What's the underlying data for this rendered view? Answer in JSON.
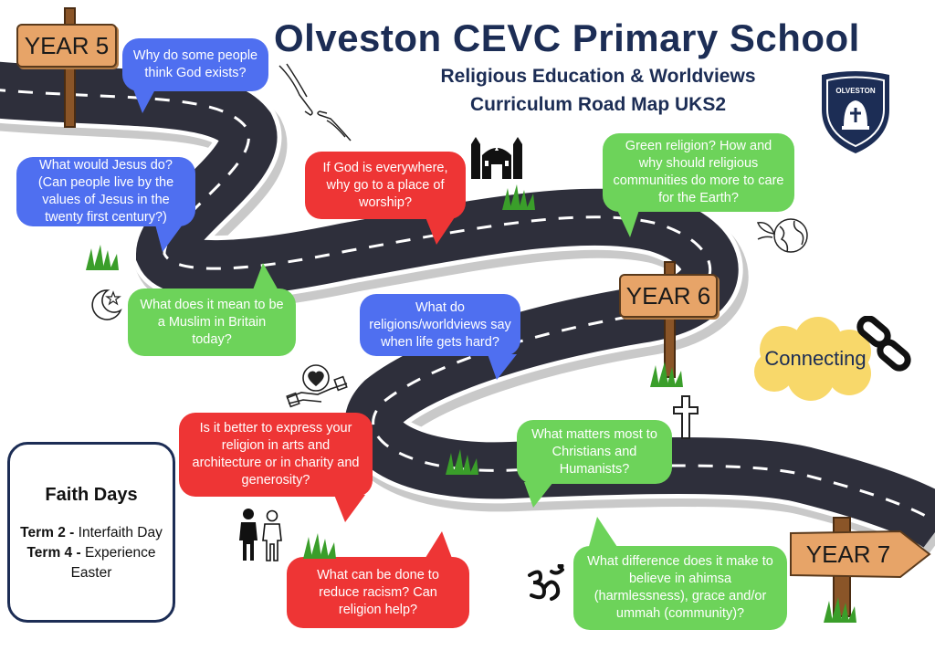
{
  "header": {
    "title": "Olveston CEVC Primary School",
    "subtitle_line1": "Religious Education & Worldviews",
    "subtitle_line2": "Curriculum Road Map UKS2",
    "crest_text": "OLVESTON"
  },
  "signs": {
    "year5": "YEAR 5",
    "year6": "YEAR 6",
    "year7": "YEAR 7"
  },
  "bubbles": {
    "god_exists": "Why do some people think God exists?",
    "jesus": "What would Jesus do? (Can people live by the values of Jesus in the twenty first century?)",
    "place_of_worship": "If God is everywhere, why go to a place of worship?",
    "green_religion": "Green religion? How and why should religious communities do more to care for the Earth?",
    "muslim_britain": "What does it mean to be a Muslim in Britain today?",
    "life_hard": "What do religions/worldviews say when life gets hard?",
    "express_religion": "Is it better to express your religion in arts and architecture or in charity and generosity?",
    "christians_humanists": "What matters most to Christians and Humanists?",
    "racism": "What can be done to reduce racism? Can religion help?",
    "ahimsa": "What difference does it make to believe in ahimsa (harmlessness), grace and/or ummah (community)?"
  },
  "connecting": "Connecting",
  "faith_days": {
    "heading": "Faith Days",
    "term2_label": "Term 2 -",
    "term2_value": "Interfaith Day",
    "term4_label": "Term 4 -",
    "term4_value": "Experience Easter"
  },
  "colors": {
    "title": "#1c2d55",
    "blue_bubble": "#4f6ff0",
    "red_bubble": "#ee3535",
    "green_bubble": "#6dd35a",
    "road": "#2e2f3b",
    "cloud": "#f8d86a",
    "sign": "#e7a468"
  },
  "icons": [
    "creation-hands-icon",
    "mosque-icon",
    "globe-leaf-icon",
    "crescent-star-icon",
    "handshake-heart-icon",
    "cross-icon",
    "chain-link-icon",
    "family-icon",
    "om-icon",
    "grass-icon",
    "school-crest-icon"
  ]
}
